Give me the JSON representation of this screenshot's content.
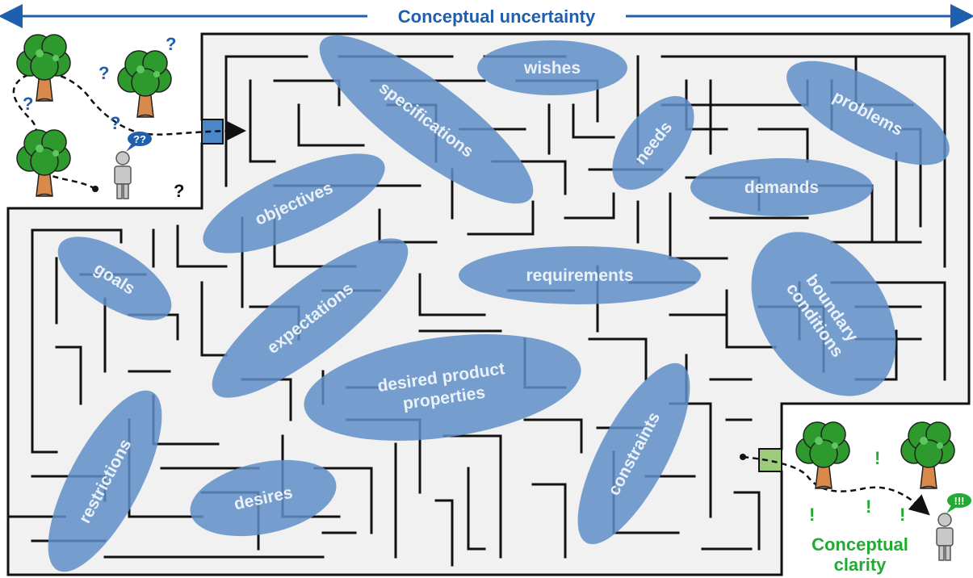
{
  "header": {
    "title": "Conceptual uncertainty"
  },
  "footer": {
    "clarity_line1": "Conceptual",
    "clarity_line2": "clarity"
  },
  "bubbles": {
    "confused": "??",
    "clear": "!!!"
  },
  "marks": {
    "question": "?",
    "exclaim": "!"
  },
  "ellipses": [
    {
      "key": "wishes",
      "label": "wishes"
    },
    {
      "key": "specifications",
      "label": "specifications"
    },
    {
      "key": "problems",
      "label": "problems"
    },
    {
      "key": "needs",
      "label": "needs"
    },
    {
      "key": "demands",
      "label": "demands"
    },
    {
      "key": "objectives",
      "label": "objectives"
    },
    {
      "key": "goals",
      "label": "goals"
    },
    {
      "key": "requirements",
      "label": "requirements"
    },
    {
      "key": "expectations",
      "label": "expectations"
    },
    {
      "key": "boundary",
      "label": "boundary conditions"
    },
    {
      "key": "desired",
      "label": "desired product properties"
    },
    {
      "key": "constraints",
      "label": "constraints"
    },
    {
      "key": "restrictions",
      "label": "restrictions"
    },
    {
      "key": "desires",
      "label": "desires"
    }
  ],
  "colors": {
    "accent_blue": "#1f5fae",
    "ellipse_fill": "#5f8fc8",
    "maze_wall": "#111111",
    "maze_floor": "#f1f1f1",
    "clarity_green": "#22aa33",
    "entry_door": "#4a86c8",
    "exit_door": "#9ccc7a"
  },
  "icons": [
    "tree-icon",
    "person-icon",
    "speech-bubble-icon",
    "arrow-icon"
  ]
}
